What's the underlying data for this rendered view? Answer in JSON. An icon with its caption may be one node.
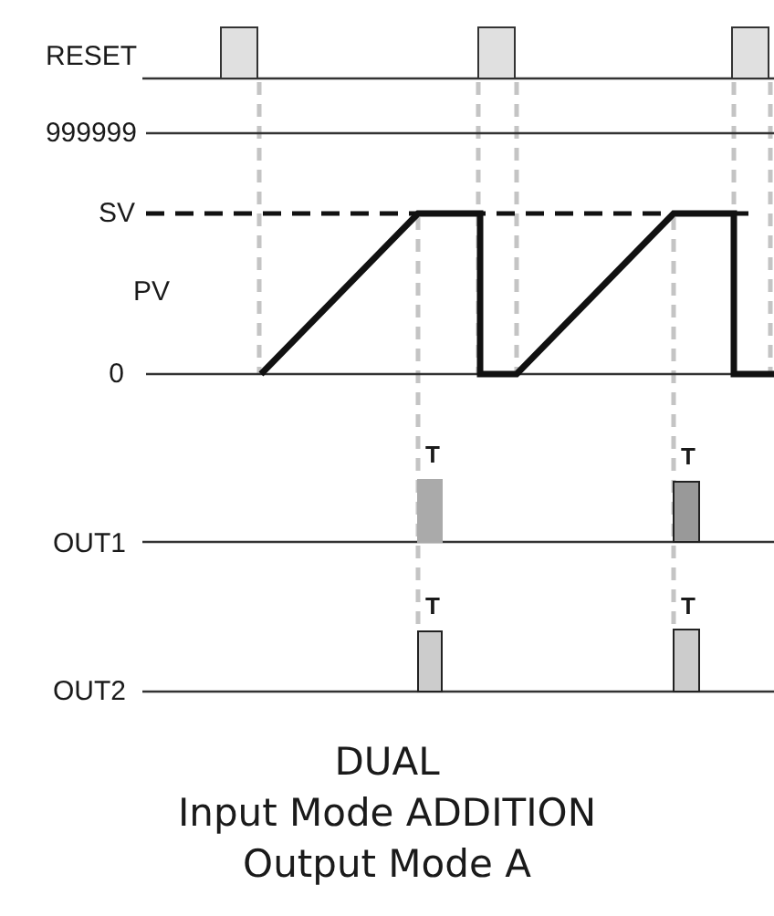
{
  "diagram": {
    "labels": [
      "RESET",
      "999999",
      "SV",
      "PV",
      "0",
      "T",
      "T",
      "OUT1",
      "T",
      "T",
      "OUT2",
      "DUAL",
      "Input Mode ADDITION",
      "Output Mode A"
    ]
  }
}
